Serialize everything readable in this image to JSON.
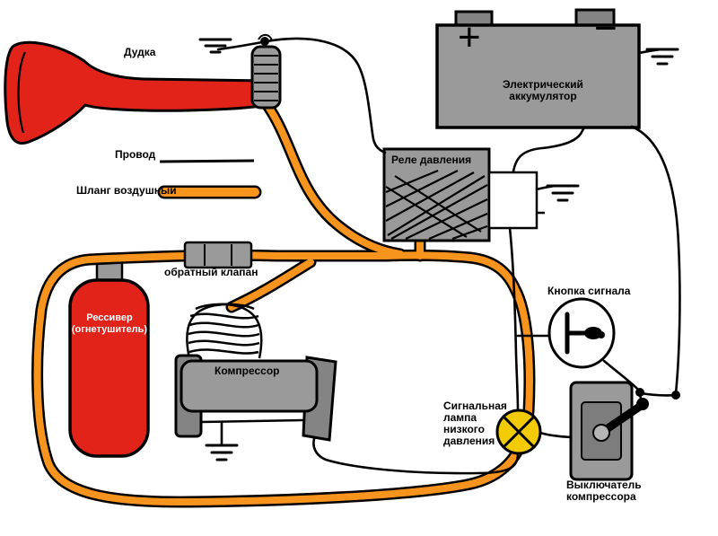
{
  "diagram": {
    "legend": {
      "wire_label": "Провод",
      "hose_label": "Шланг воздушный"
    },
    "components": {
      "horn_label": "Дудка",
      "battery_label": "Электрический\nаккумулятор",
      "battery_plus": "+",
      "battery_minus": "−",
      "relay_label": "Реле давления",
      "check_valve_label": "обратный клапан",
      "receiver_label": "Рессивер\n(огнетушитель)",
      "compressor_label": "Компрессор",
      "horn_button_label": "Кнопка сигнала",
      "lamp_label": "Сигнальная\nлампа\nнизкого\nдавления",
      "switch_label": "Выключатель\nкомпрессора"
    },
    "colors": {
      "hose_orange": "#F7941E",
      "horn_red": "#E2231A",
      "metal_gray": "#9A9A9A",
      "dark_gray": "#848484",
      "lamp_yellow": "#F2CB05",
      "wire_black": "#000000",
      "background": "#FFFFFF"
    }
  }
}
